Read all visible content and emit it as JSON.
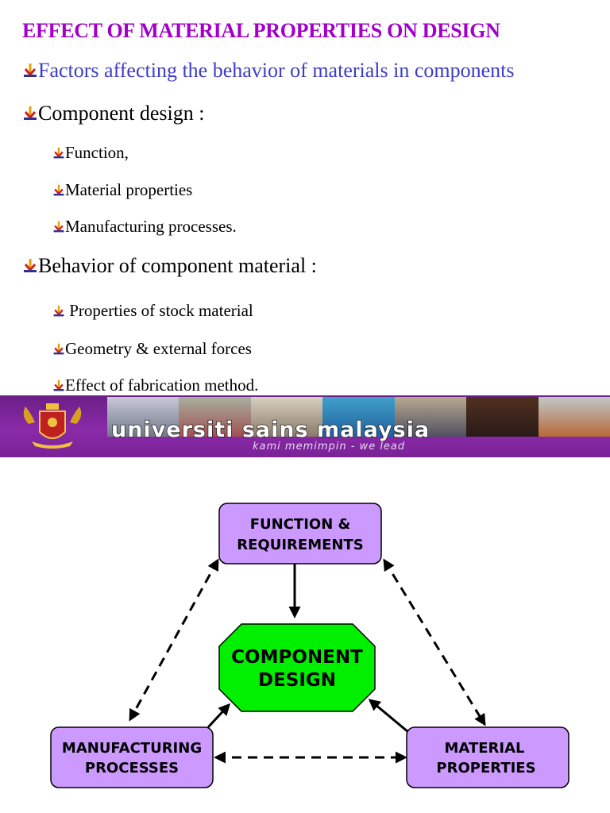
{
  "title": "EFFECT OF MATERIAL PROPERTIES ON DESIGN",
  "bullets": [
    {
      "text": "Factors affecting the behavior of materials in components"
    },
    {
      "text": "Component design :"
    },
    {
      "text": "Function,"
    },
    {
      "text": "Material properties"
    },
    {
      "text": "Manufacturing processes."
    },
    {
      "text": "Behavior of component material :"
    },
    {
      "text": " Properties of stock material"
    },
    {
      "text": "Geometry & external forces"
    },
    {
      "text": "Effect of fabrication method."
    }
  ],
  "banner": {
    "name": "universiti sains malaysia",
    "slogan": "kami memimpin - we lead"
  },
  "diagram": {
    "top_box": {
      "line1": "FUNCTION &",
      "line2": "REQUIREMENTS"
    },
    "center": {
      "line1": "COMPONENT",
      "line2": "DESIGN"
    },
    "left_box": {
      "line1": "MANUFACTURING",
      "line2": "PROCESSES"
    },
    "right_box": {
      "line1": "MATERIAL",
      "line2": "PROPERTIES"
    }
  },
  "colors": {
    "title": "#a000c8",
    "subtitle_blue": "#3c3cc8",
    "box_fill": "#cc99ff",
    "center_fill": "#00f000",
    "banner": "#7a2298"
  }
}
